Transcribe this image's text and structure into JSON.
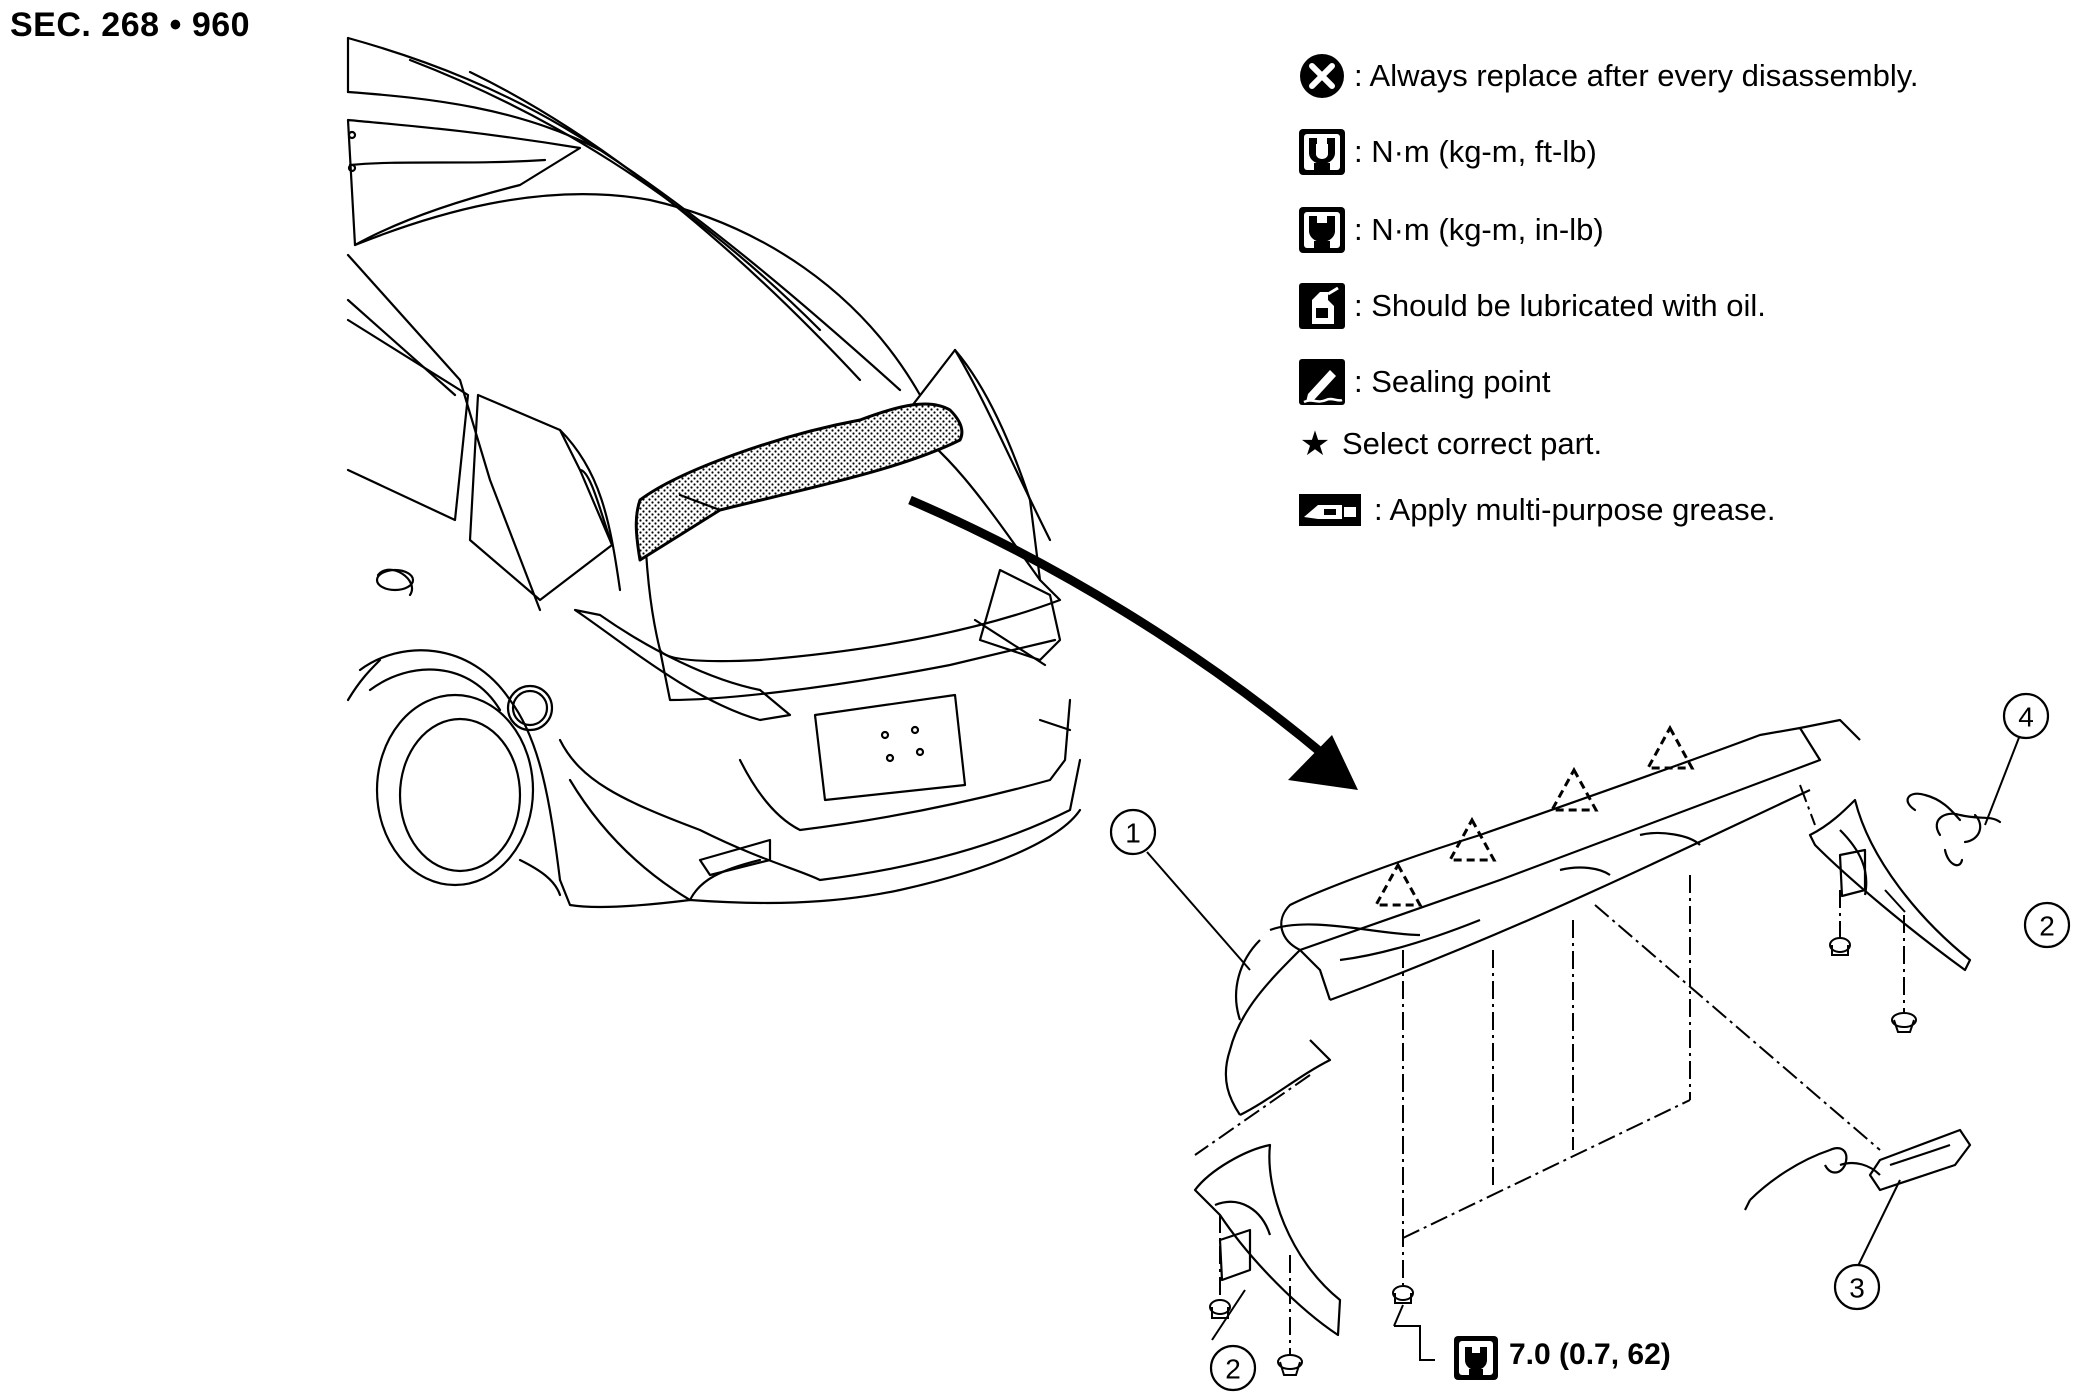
{
  "section_code": "SEC. 268 • 960",
  "legend": [
    {
      "icon": "cross-circle-icon",
      "text": ": Always replace after every disassembly."
    },
    {
      "icon": "torque-ftlb-icon",
      "text": ": N·m (kg-m, ft-lb)"
    },
    {
      "icon": "torque-inlb-icon",
      "text": ": N·m (kg-m, in-lb)"
    },
    {
      "icon": "oil-can-icon",
      "text": ": Should be lubricated with oil."
    },
    {
      "icon": "sealing-point-icon",
      "text": ": Sealing point"
    },
    {
      "icon": "star-icon",
      "text": "Select correct part."
    },
    {
      "icon": "grease-gun-icon",
      "text": ": Apply multi-purpose grease."
    }
  ],
  "callouts": [
    "1",
    "2",
    "2",
    "3",
    "4"
  ],
  "torque_spec": "7.0 (0.7, 62)"
}
